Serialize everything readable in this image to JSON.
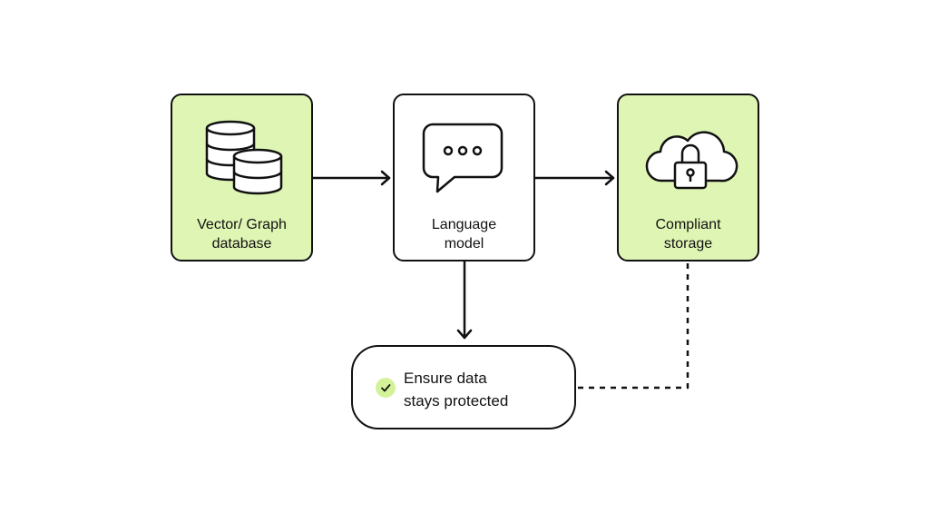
{
  "diagram": {
    "nodes": [
      {
        "id": "vector-graph-database",
        "label": "Vector/ Graph\ndatabase",
        "icon": "database-stack-icon",
        "fill": "#dff5b3"
      },
      {
        "id": "language-model",
        "label": "Language\nmodel",
        "icon": "chat-bubble-icon",
        "fill": "#ffffff"
      },
      {
        "id": "compliant-storage",
        "label": "Compliant\nstorage",
        "icon": "cloud-lock-icon",
        "fill": "#dff5b3"
      }
    ],
    "outcome": {
      "label": "Ensure data\nstays protected",
      "icon": "check-icon",
      "badge_color": "#d4f29a"
    },
    "edges": [
      {
        "from": "vector-graph-database",
        "to": "language-model",
        "style": "solid"
      },
      {
        "from": "language-model",
        "to": "compliant-storage",
        "style": "solid"
      },
      {
        "from": "language-model",
        "to": "outcome",
        "style": "solid"
      },
      {
        "from": "compliant-storage",
        "to": "outcome",
        "style": "dashed"
      }
    ],
    "colors": {
      "stroke": "#111111",
      "accent": "#dff5b3",
      "background": "#ffffff"
    }
  }
}
